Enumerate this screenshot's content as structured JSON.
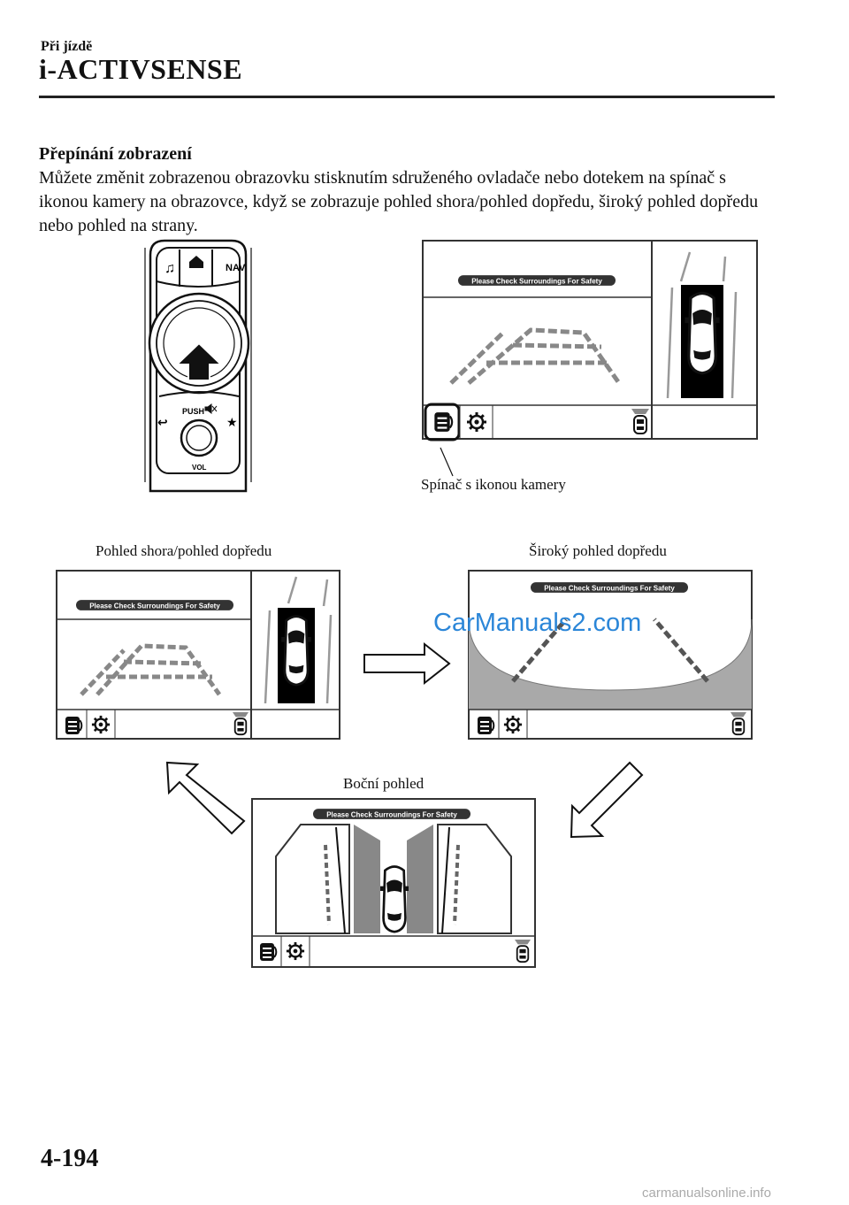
{
  "header": {
    "section": "Při jízdě",
    "title": "i-ACTIVSENSE"
  },
  "content": {
    "heading": "Přepínání zobrazení",
    "body": "Můžete změnit zobrazenou obrazovku stisknutím sdruženého ovladače nebo dotekem na spínač s ikonou kamery na obrazovce, když se zobrazuje pohled shora/pohled dopředu, široký pohled dopředu nebo pohled na strany."
  },
  "figure": {
    "controller": {
      "nav_label": "NAV",
      "push_label": "PUSH",
      "vol_label": "VOL"
    },
    "screen_banner": "Please Check Surroundings For Safety",
    "camera_switch_caption": "Spínač s ikonou kamery",
    "views": {
      "top_front": "Pohled shora/pohled dopředu",
      "wide_front": "Široký pohled dopředu",
      "side": "Boční pohled"
    },
    "colors": {
      "line_dark": "#111111",
      "screen_border": "#333333",
      "black_lane": "#000000",
      "wide_shade": "#a9a9a9",
      "grid_gray": "#777777"
    }
  },
  "watermark": "CarManuals2.com",
  "footer": {
    "page_number": "4-194",
    "site": "carmanualsonline.info"
  }
}
